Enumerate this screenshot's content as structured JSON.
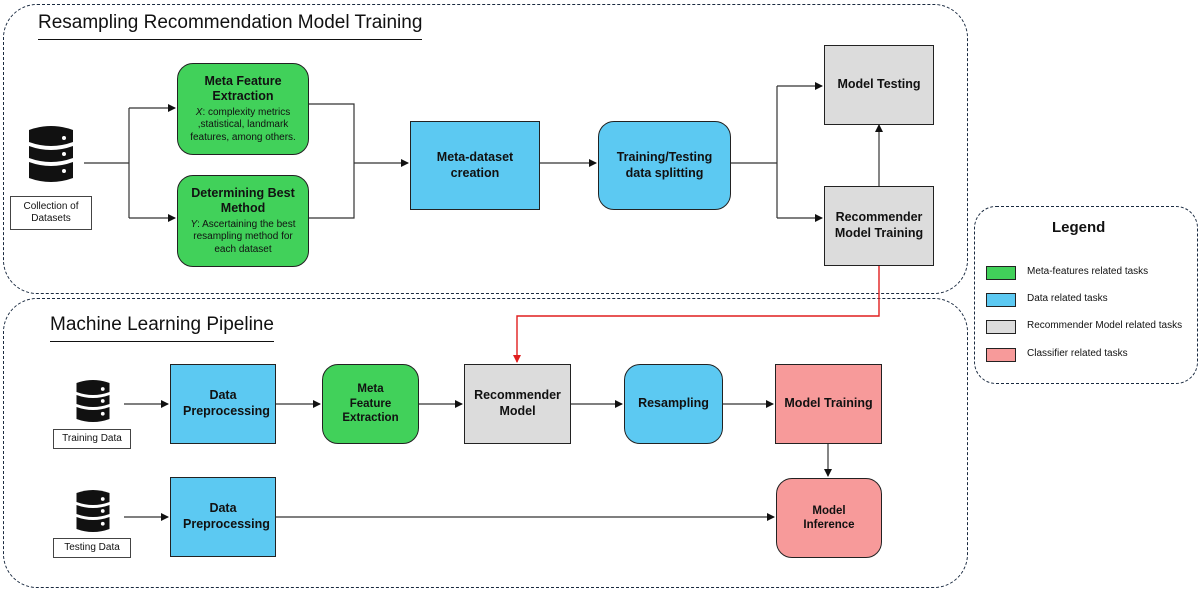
{
  "panels": {
    "top_title": "Resampling Recommendation Model Training",
    "bottom_title": "Machine Learning Pipeline"
  },
  "top": {
    "collection_label": "Collection of Datasets",
    "meta_feature": {
      "title": "Meta Feature Extraction",
      "desc_var": "X",
      "desc": ": complexity metrics ,statistical, landmark features, among others."
    },
    "best_method": {
      "title": "Determining Best Method",
      "desc_var": "Y",
      "desc": ": Ascertaining the best resampling method for each dataset"
    },
    "meta_dataset": "Meta-dataset creation",
    "splitting": "Training/Testing data splitting",
    "model_testing": "Model Testing",
    "recommender_training": "Recommender Model Training"
  },
  "bottom": {
    "training_data_label": "Training Data",
    "testing_data_label": "Testing Data",
    "preprocessing_1": "Data Preprocessing",
    "meta_extraction": "Meta Feature Extraction",
    "recommender_model": "Recommender Model",
    "resampling": "Resampling",
    "model_training": "Model Training",
    "preprocessing_2": "Data Preprocessing",
    "model_inference": "Model Inference"
  },
  "legend": {
    "title": "Legend",
    "items": [
      {
        "label": "Meta-features related tasks",
        "color": "#41d15a"
      },
      {
        "label": "Data related tasks",
        "color": "#5cc9f2"
      },
      {
        "label": "Recommender Model related tasks",
        "color": "#dcdcdc"
      },
      {
        "label": "Classifier related tasks",
        "color": "#f79a9a"
      }
    ]
  },
  "colors": {
    "meta": "#41d15a",
    "data": "#5cc9f2",
    "recommender": "#dcdcdc",
    "classifier": "#f79a9a",
    "link": "#e01e1e"
  }
}
